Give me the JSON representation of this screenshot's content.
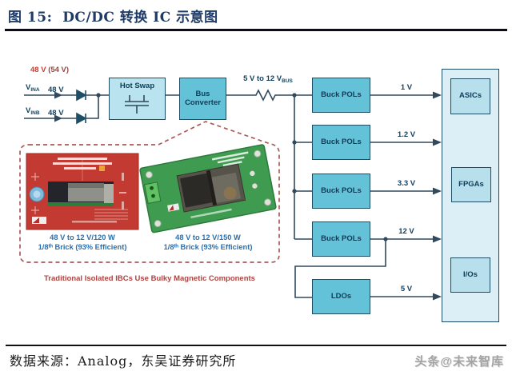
{
  "header": {
    "title": "图 15:  DC/DC 转换 IC 示意图"
  },
  "diagram": {
    "input": {
      "rail_primary": "48 V",
      "rail_secondary": "(54 V)",
      "vin_a": {
        "base": "V",
        "sub": "INA",
        "voltage": "48 V"
      },
      "vin_b": {
        "base": "V",
        "sub": "INB",
        "voltage": "48 V"
      }
    },
    "hot_swap": {
      "label": "Hot Swap"
    },
    "bus_converter": {
      "label": "Bus Converter"
    },
    "bus_rail": {
      "main": "5 V to 12 V",
      "sub": "BUS"
    },
    "buck_pols": [
      {
        "label": "Buck POLs",
        "output": "1 V"
      },
      {
        "label": "Buck POLs",
        "output": "1.2 V"
      },
      {
        "label": "Buck POLs",
        "output": "3.3 V"
      },
      {
        "label": "Buck POLs",
        "output": "12 V"
      }
    ],
    "ldo": {
      "label": "LDOs",
      "output": "5 V"
    },
    "loads": [
      {
        "label": "ASICs"
      },
      {
        "label": "FPGAs"
      },
      {
        "label": "I/Os"
      }
    ],
    "inset": {
      "boards": [
        {
          "caption_line1": "48 V to 12 V/120 W",
          "caption_line2": "1/8ᵗʰ Brick (93% Efficient)"
        },
        {
          "caption_line1": "48 V to 12 V/150 W",
          "caption_line2": "1/8ᵗʰ Brick (93% Efficient)"
        }
      ],
      "note": "Traditional Isolated IBCs Use Bulky Magnetic Components"
    }
  },
  "footer": {
    "source": "数据来源：Analog，东吴证券研究所",
    "watermark": "头条@未来智库"
  },
  "colors": {
    "title_navy": "#1e3a66",
    "block_fill": "#64c2d8",
    "hot_swap_fill": "#b9e3ee",
    "load_panel_fill": "#dceff6",
    "load_box_fill": "#b7e0ec",
    "outline_navy": "#1d4e66",
    "wire": "#31495c",
    "rail_red": "#cf3a2c",
    "rail_dark_red": "#8c4a45",
    "caption_blue": "#2a6fad",
    "note_red": "#ae4340",
    "dashed_red": "#aa5a56",
    "watermark_gray": "#a3a3a3"
  }
}
